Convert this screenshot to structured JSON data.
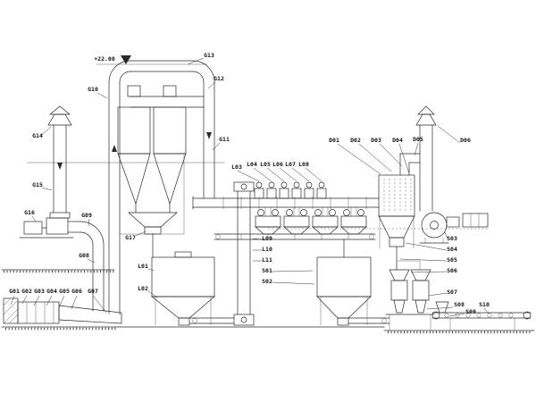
{
  "drawing": {
    "kind": "industrial process flow diagram",
    "elevation_marker": "+22.00",
    "colors": {
      "line": "#2a2a2a",
      "background": "#ffffff"
    }
  },
  "labels": {
    "G01": "G01",
    "G02": "G02",
    "G03": "G03",
    "G04": "G04",
    "G05": "G05",
    "G06": "G06",
    "G07": "G07",
    "G08": "G08",
    "G09": "G09",
    "G10": "G10",
    "G11": "G11",
    "G12": "G12",
    "G13": "G13",
    "G14": "G14",
    "G15": "G15",
    "G16": "G16",
    "G17": "G17",
    "L01": "L01",
    "L02": "L02",
    "L03": "L03",
    "L04": "L04",
    "L05": "L05",
    "L06": "L06",
    "L07": "L07",
    "L08": "L08",
    "L09": "L09",
    "L10": "L10",
    "L11": "L11",
    "D01": "D01",
    "D02": "D02",
    "D03": "D03",
    "D04": "D04",
    "D05": "D05",
    "D06": "D06",
    "S01": "S01",
    "S02": "S02",
    "S03": "S03",
    "S04": "S04",
    "S05": "S05",
    "S06": "S06",
    "S07": "S07",
    "S08": "S08",
    "S09": "S09",
    "S10": "S10"
  }
}
